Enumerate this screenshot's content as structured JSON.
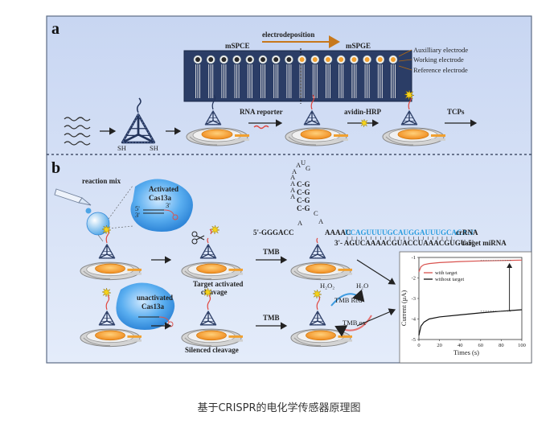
{
  "panel_a": {
    "letter": "a",
    "electrodeposition": "electrodeposition",
    "mspce": "mSPCE",
    "mspge": "mSPGE",
    "auxiliary": "Auxilliary electrode",
    "working": "Working electrode",
    "reference": "Reference electrode",
    "sh_left": "SH",
    "sh_right": "SH",
    "rna_reporter": "RNA reporter",
    "avidin_hrp": "avidin-HRP",
    "tcps": "TCPs"
  },
  "panel_b": {
    "letter": "b",
    "reaction_mix": "reaction mix",
    "activated_l1": "Activated",
    "activated_l2": "Cas13a",
    "five_prime": "5'",
    "three_prime_a": "3'",
    "three_prime_b": "3'",
    "unactivated_l1": "unactivated",
    "unactivated_l2": "Cas13a",
    "target_activated_l1": "Target activated",
    "target_activated_l2": "cleavage",
    "silenced": "Silenced cleavage",
    "tmb_top": "TMB",
    "tmb_bottom": "TMB",
    "h2o2": "H₂O₂",
    "h2o": "H₂O",
    "tmb_red": "TMB Red",
    "tmb_ox": "TMB ox",
    "loop_nt": [
      "A",
      "A",
      "U",
      "G",
      "A",
      "A",
      "A",
      "A"
    ],
    "stem_pairs": [
      "C-G",
      "C-G",
      "C-G",
      "C-G"
    ],
    "stem_tail": [
      "A",
      "C",
      "A"
    ],
    "seq_5p": "5'-GGGACC",
    "seq_aaaac": "AAAAC",
    "seq_crrna": "UCAGUUUUGCAUGGAUUUGCACA-3'",
    "label_crrna": "crRNA",
    "seq_target": "3'- AGUCAAAACGUACCUAAACGUGU-5'",
    "label_target": "target miRNA"
  },
  "graph": {
    "ylabel": "Current (μA)",
    "xlabel": "Times (s)",
    "legend_with": "with target",
    "legend_without": "without target",
    "colors": {
      "with": "#d9534f",
      "without": "#111111"
    }
  },
  "chart_data": {
    "type": "line",
    "xlabel": "Times (s)",
    "ylabel": "Current (μA)",
    "xlim": [
      0,
      100
    ],
    "ylim": [
      -5,
      -1
    ],
    "xticks": [
      0,
      20,
      40,
      60,
      80,
      100
    ],
    "yticks": [
      -1,
      -2,
      -3,
      -4,
      -5
    ],
    "legend": "top-left",
    "series": [
      {
        "name": "with target",
        "color": "#d9534f",
        "x": [
          0,
          2,
          5,
          10,
          20,
          40,
          60,
          80,
          100
        ],
        "y": [
          -1.7,
          -1.45,
          -1.35,
          -1.3,
          -1.25,
          -1.2,
          -1.17,
          -1.15,
          -1.13
        ]
      },
      {
        "name": "without target",
        "color": "#111111",
        "x": [
          0,
          2,
          5,
          10,
          20,
          40,
          60,
          80,
          100
        ],
        "y": [
          -4.8,
          -4.35,
          -4.15,
          -4.0,
          -3.9,
          -3.8,
          -3.7,
          -3.62,
          -3.55
        ]
      }
    ]
  },
  "caption": "基于CRISPR的电化学传感器原理图"
}
